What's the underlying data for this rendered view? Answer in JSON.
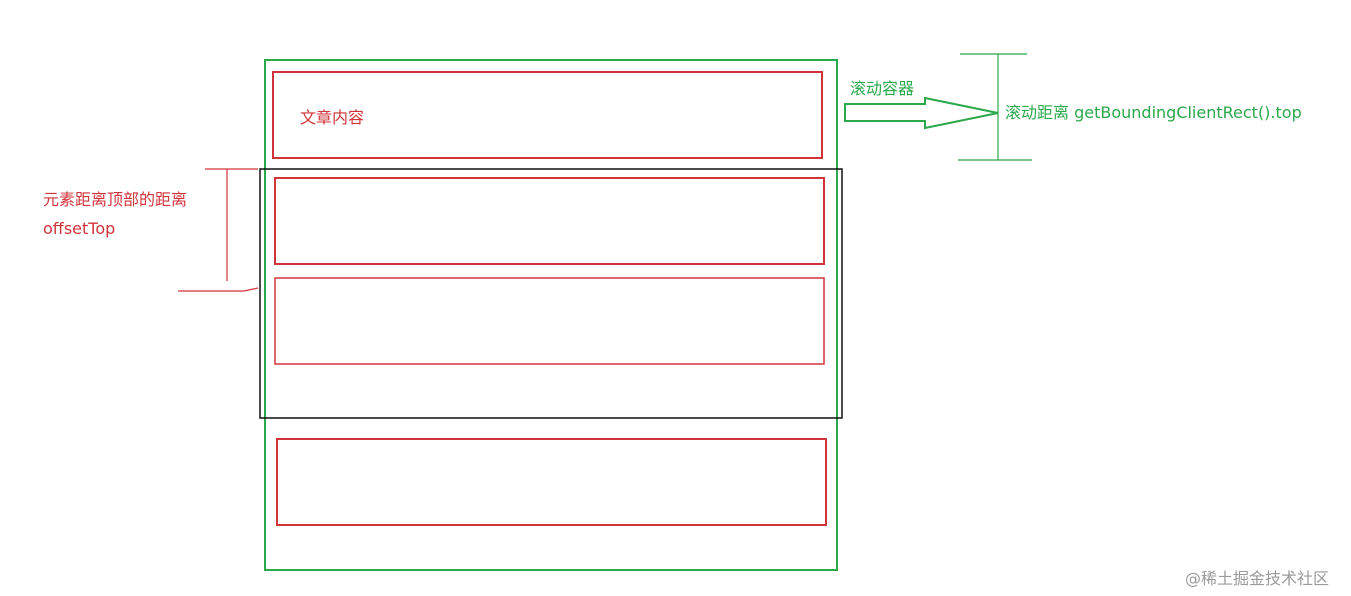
{
  "labels": {
    "article_content": "文章内容",
    "scroll_container": "滚动容器",
    "scroll_distance": "滚动距离 getBoundingClientRect().top",
    "offset_title": "元素距离顶部的距离",
    "offset_prop": "offsetTop"
  },
  "watermark": "@稀土掘金技术社区",
  "colors": {
    "green": "#2aa84a",
    "red": "#d0343a",
    "black": "#111111"
  }
}
